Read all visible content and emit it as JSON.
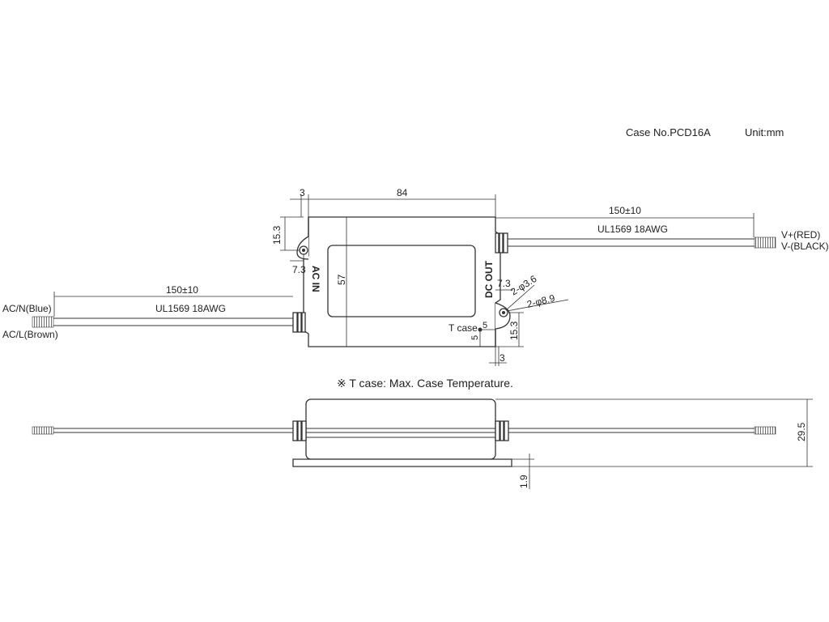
{
  "header": {
    "case_no": "Case No.PCD16A",
    "unit": "Unit:mm"
  },
  "top_view": {
    "dim_width": "84",
    "dim_height": "57",
    "dim_tab_offset": "3",
    "dim_tab_height_left": "15.3",
    "dim_hole_left": "7.3",
    "dim_hole_right": "7.3",
    "dim_tab_height_right": "15.3",
    "dim_tab_offset_right": "3",
    "dim_tcase_x": "5",
    "dim_tcase_y": "5",
    "hole_small": "2-φ3.6",
    "hole_large": "2-φ8.9",
    "label_ac_in": "AC IN",
    "label_dc_out": "DC OUT",
    "label_tcase": "T case",
    "left_cable_length": "150±10",
    "left_cable_type": "UL1569 18AWG",
    "right_cable_length": "150±10",
    "right_cable_type": "UL1569 18AWG",
    "wire_acn": "AC/N(Blue)",
    "wire_acl": "AC/L(Brown)",
    "wire_vplus": "V+(RED)",
    "wire_vminus": "V-(BLACK)"
  },
  "note": "※ T case: Max. Case Temperature.",
  "side_view": {
    "dim_height": "29.5",
    "dim_flange": "1.9"
  }
}
